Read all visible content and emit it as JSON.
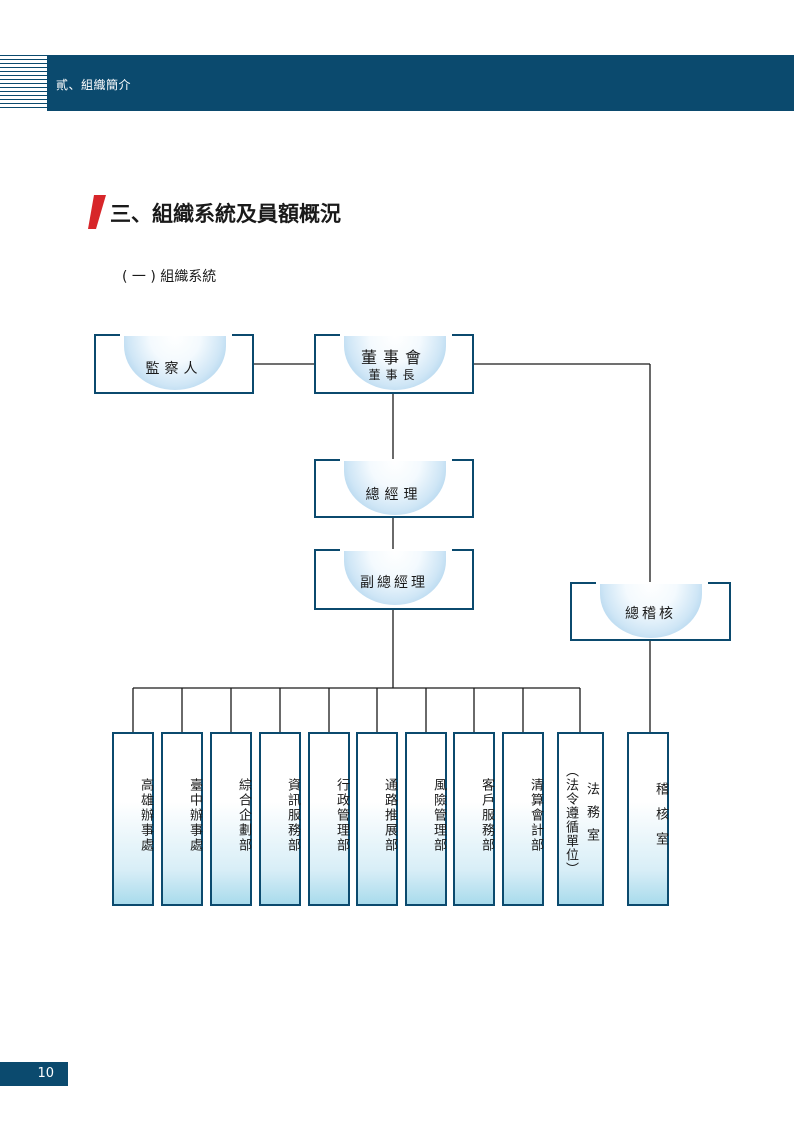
{
  "header": {
    "section": "貳、組織簡介"
  },
  "title": "三、組織系統及員額概況",
  "subtitle": "( 一 ) 組織系統",
  "chart": {
    "supervisor": "監察人",
    "board": {
      "name": "董事會",
      "chair": "董事長"
    },
    "gm": "總經理",
    "deputy_gm": "副總經理",
    "audit_head": "總稽核",
    "departments": [
      "高雄辦事處",
      "臺中辦事處",
      "綜合企劃部",
      "資訊服務部",
      "行政管理部",
      "通路推展部",
      "風險管理部",
      "客戶服務部",
      "清算會計部"
    ],
    "legal": {
      "main": "法務室",
      "note": "（法令遵循單位）"
    },
    "audit_office": "稽核室"
  },
  "colors": {
    "navy": "#0b4a6e",
    "accent_red": "#d7262a",
    "bowl_blue": "#8fc1e4"
  },
  "page_number": "10"
}
